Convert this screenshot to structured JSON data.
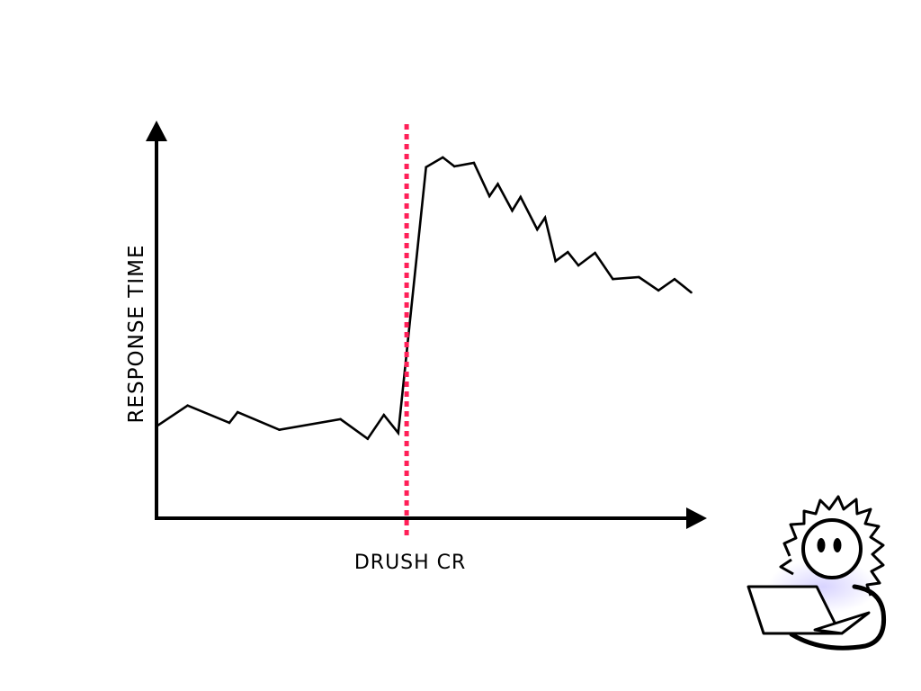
{
  "chart_data": {
    "type": "line",
    "title": "",
    "xlabel": "",
    "ylabel": "RESPONSE TIME",
    "grid": false,
    "legend": "none",
    "xlim": [
      0,
      100
    ],
    "ylim": [
      0,
      100
    ],
    "series": [
      {
        "color": "#000000",
        "points": [
          [
            0,
            23.5
          ],
          [
            5.6,
            28.8
          ],
          [
            13.1,
            24.4
          ],
          [
            14.6,
            27.1
          ],
          [
            22.1,
            22.6
          ],
          [
            33.1,
            25.3
          ],
          [
            38.0,
            20.3
          ],
          [
            40.9,
            26.4
          ],
          [
            43.5,
            21.8
          ],
          [
            48.5,
            89.7
          ],
          [
            51.5,
            92.2
          ],
          [
            53.6,
            89.9
          ],
          [
            57.1,
            90.8
          ],
          [
            59.9,
            82.3
          ],
          [
            61.4,
            85.4
          ],
          [
            64.0,
            78.6
          ],
          [
            65.5,
            82.1
          ],
          [
            68.5,
            73.8
          ],
          [
            69.9,
            76.8
          ],
          [
            71.8,
            65.7
          ],
          [
            74.0,
            68.0
          ],
          [
            75.9,
            64.6
          ],
          [
            78.9,
            67.8
          ],
          [
            82.1,
            61.1
          ],
          [
            86.8,
            61.6
          ],
          [
            90.3,
            58.2
          ],
          [
            93.2,
            61.1
          ],
          [
            96.2,
            57.7
          ]
        ]
      }
    ],
    "marker": {
      "x": 45,
      "label": "DRUSH CR",
      "color": "#ff1f57"
    }
  }
}
